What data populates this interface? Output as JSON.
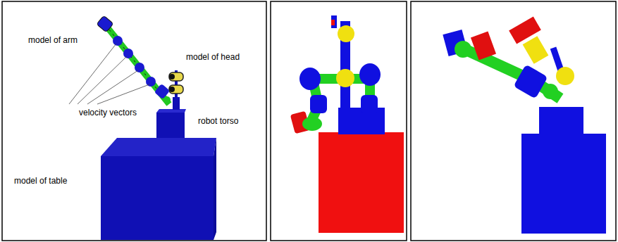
{
  "diagram": {
    "labels": [
      "model of arm",
      "model of head",
      "velocity vectors",
      "robot torso",
      "model of table"
    ]
  }
}
